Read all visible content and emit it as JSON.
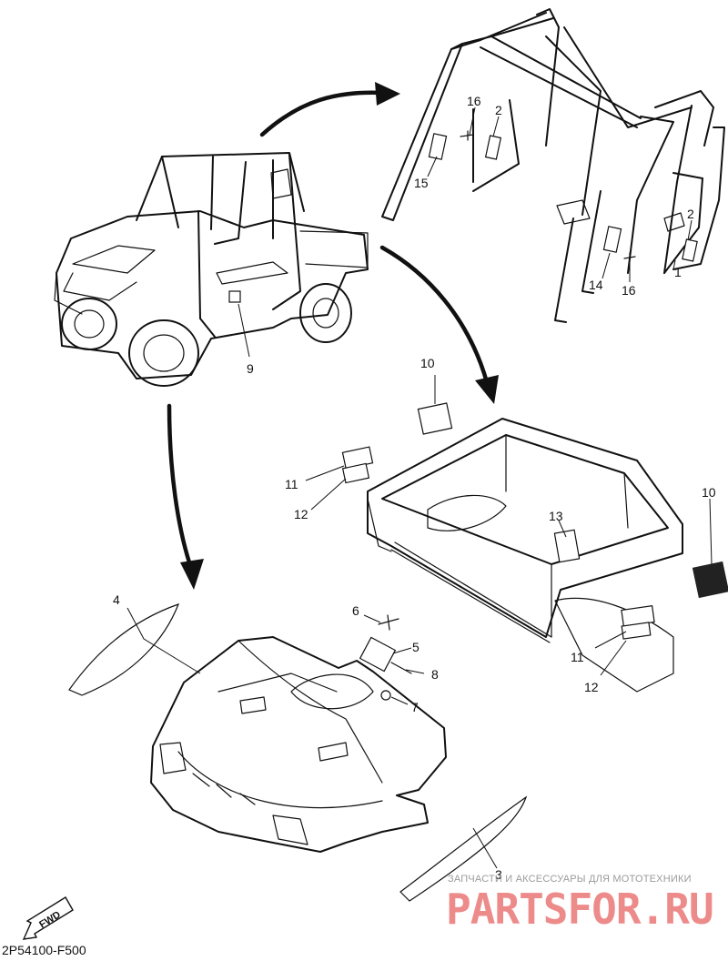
{
  "diagram": {
    "callouts": [
      {
        "id": "c1",
        "text": "1"
      },
      {
        "id": "c2a",
        "text": "2"
      },
      {
        "id": "c2b",
        "text": "2"
      },
      {
        "id": "c3",
        "text": "3"
      },
      {
        "id": "c4",
        "text": "4"
      },
      {
        "id": "c5",
        "text": "5"
      },
      {
        "id": "c6",
        "text": "6"
      },
      {
        "id": "c7",
        "text": "7"
      },
      {
        "id": "c8",
        "text": "8"
      },
      {
        "id": "c9",
        "text": "9"
      },
      {
        "id": "c10a",
        "text": "10"
      },
      {
        "id": "c10b",
        "text": "10"
      },
      {
        "id": "c11a",
        "text": "11"
      },
      {
        "id": "c11b",
        "text": "11"
      },
      {
        "id": "c12a",
        "text": "12"
      },
      {
        "id": "c12b",
        "text": "12"
      },
      {
        "id": "c13",
        "text": "13"
      },
      {
        "id": "c14",
        "text": "14"
      },
      {
        "id": "c15",
        "text": "15"
      },
      {
        "id": "c16a",
        "text": "16"
      },
      {
        "id": "c16b",
        "text": "16"
      }
    ],
    "direction_badge": "FWD",
    "document_code": "2P54100-F500"
  },
  "watermark": {
    "caption": "ЗАПЧАСТИ И АКСЕССУАРЫ ДЛЯ МОТОТЕХНИКИ",
    "logo": "PARTSFOR.RU",
    "logo_color": "#ed8b8b"
  }
}
